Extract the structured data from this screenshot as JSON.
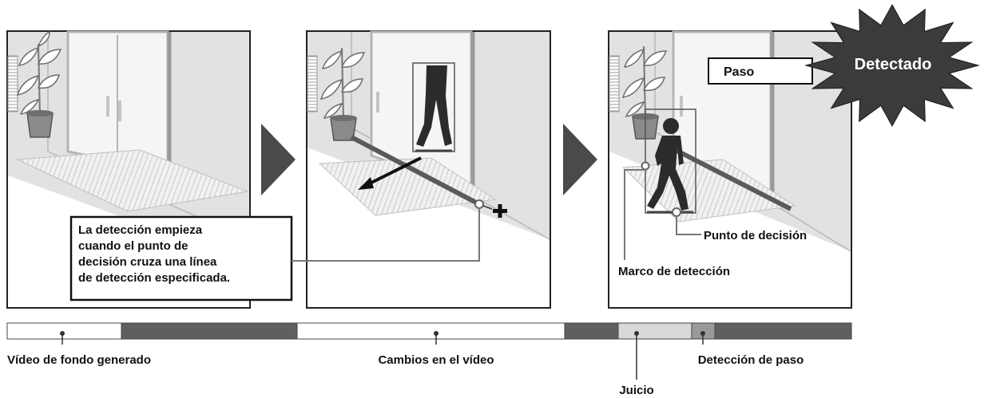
{
  "panel1": {
    "callout_lines": [
      "La detección empieza",
      "cuando el punto de",
      "decisión cruza una línea",
      "de detección especificada."
    ]
  },
  "panel3": {
    "paso_label": "Paso",
    "burst_label": "Detectado",
    "decision_point_label": "Punto de decisión",
    "detection_frame_label": "Marco de detección"
  },
  "timeline": {
    "labels": {
      "background": "Vídeo de fondo generado",
      "changes": "Cambios en el vídeo",
      "judgment": "Juicio",
      "detection": "Detección de paso"
    },
    "colors": {
      "light": "#ffffff",
      "dark": "#5f5f5f",
      "pale": "#d9d9d9",
      "mid": "#9a9a9a"
    }
  }
}
